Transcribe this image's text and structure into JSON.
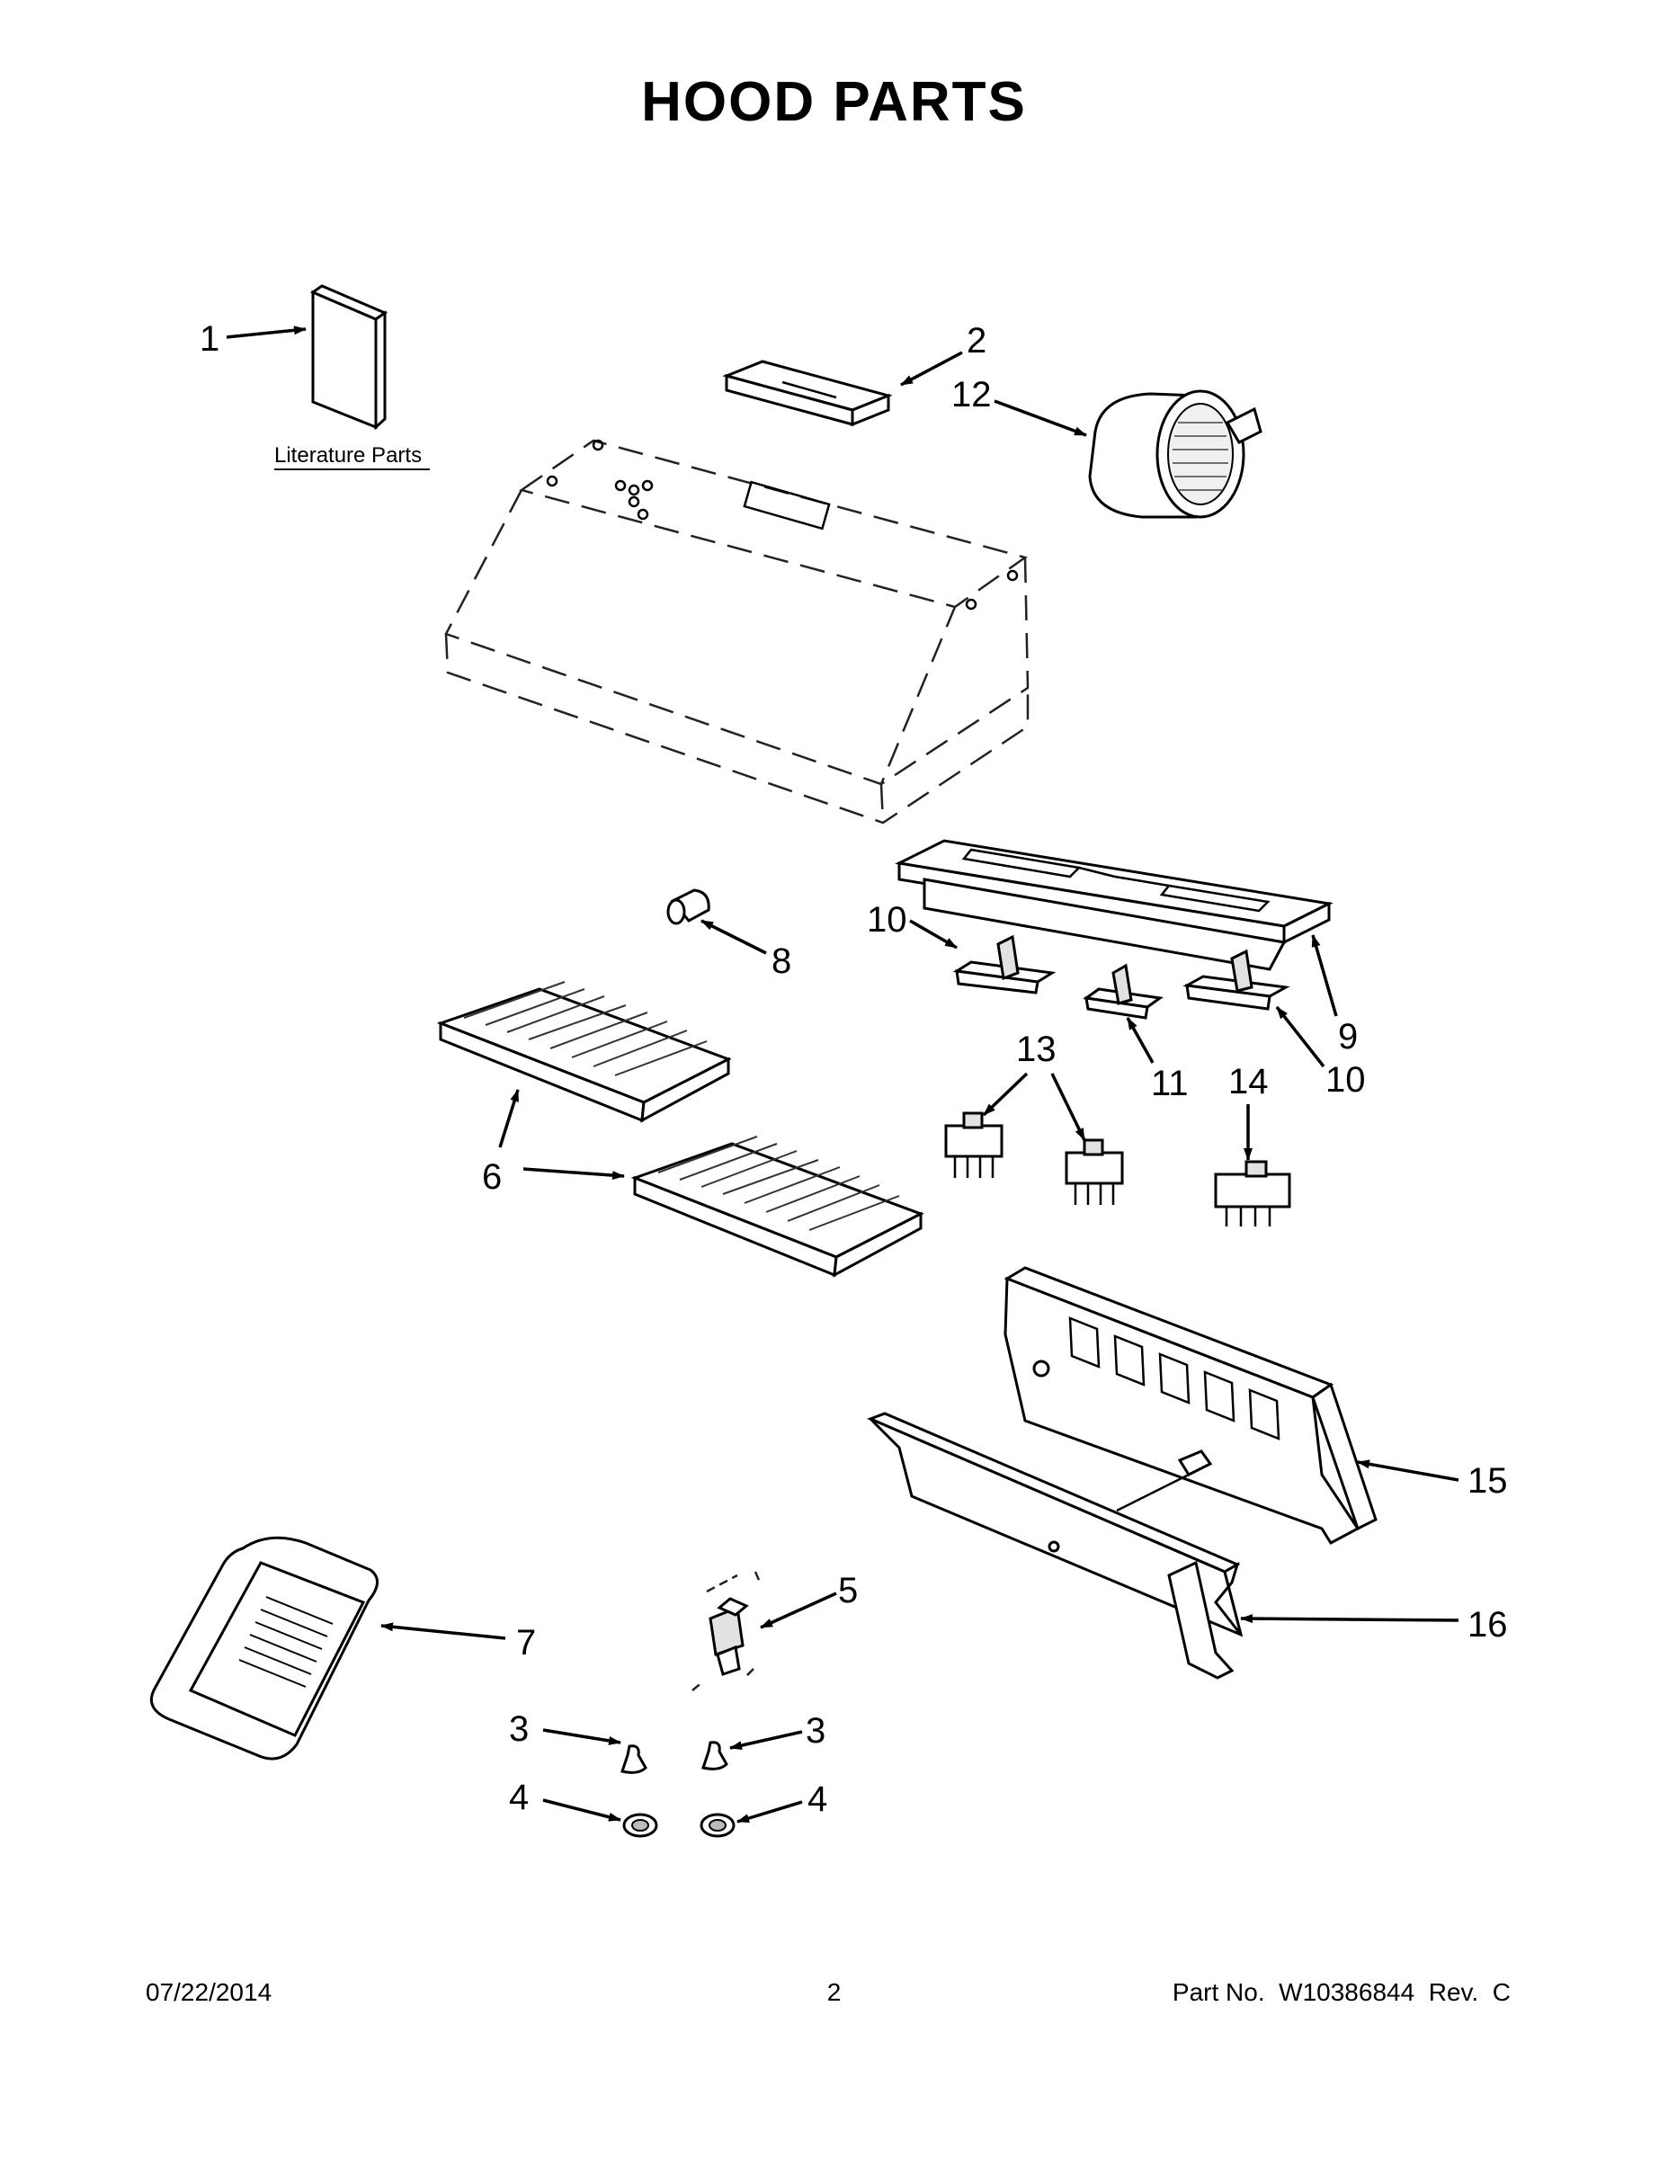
{
  "title": "HOOD PARTS",
  "literature_label": "Literature Parts",
  "callouts": {
    "c1": "1",
    "c2": "2",
    "c12": "12",
    "c8": "8",
    "c10a": "10",
    "c9": "9",
    "c11": "11",
    "c10b": "10",
    "c13": "13",
    "c14": "14",
    "c6": "6",
    "c15": "15",
    "c16": "16",
    "c5": "5",
    "c7": "7",
    "c3a": "3",
    "c3b": "3",
    "c4a": "4",
    "c4b": "4"
  },
  "footer": {
    "date": "07/22/2014",
    "page": "2",
    "part_no": "Part No.  W10386844  Rev.  C"
  }
}
